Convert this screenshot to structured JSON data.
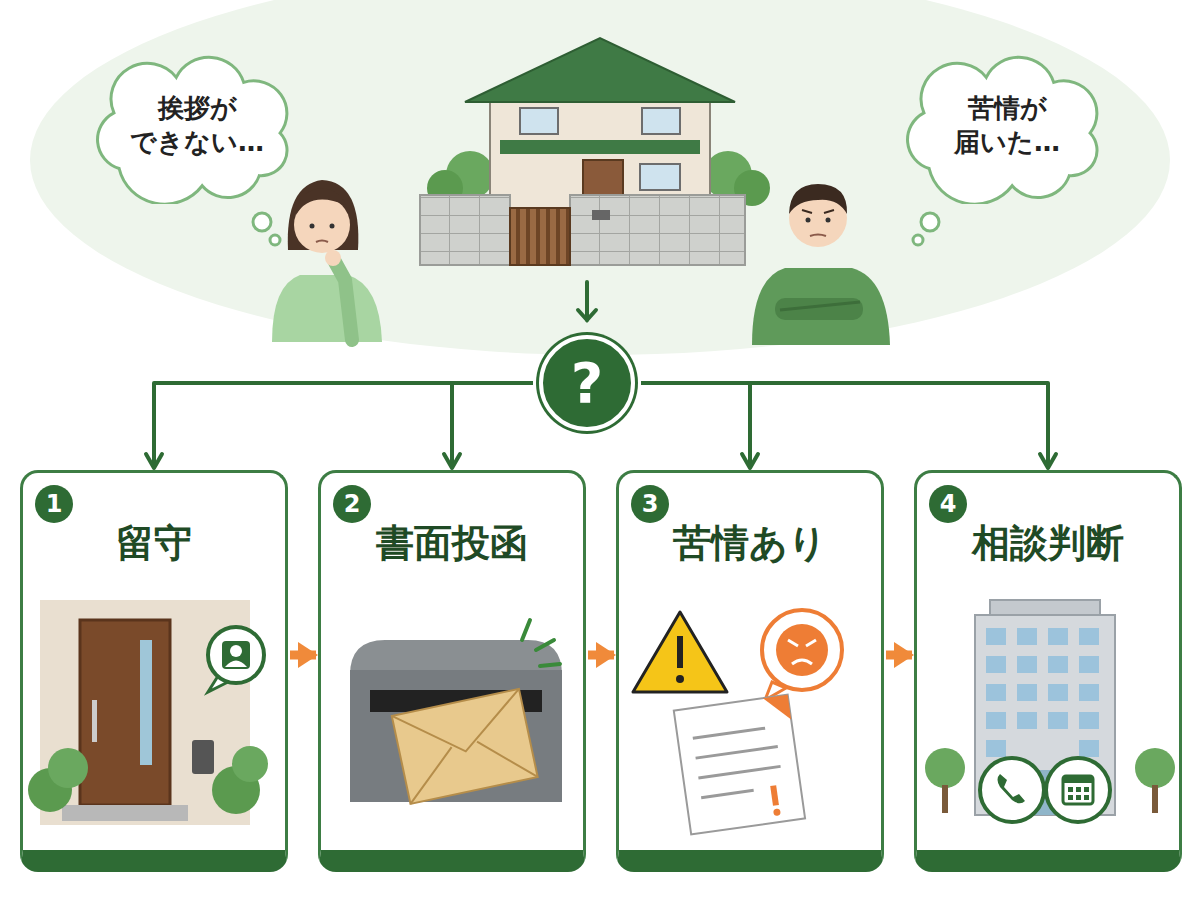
{
  "diagram": {
    "nodes": [
      {
        "text": [
          "挨拶が できない…"
        ]
      },
      {
        "text": [
          "苦情が 届いた…"
        ]
      },
      {
        "text": [
          "?"
        ]
      },
      {
        "text": [
          "1",
          "留守"
        ]
      },
      {
        "text": [
          "2",
          "書面投函"
        ]
      },
      {
        "text": [
          "3",
          "苦情あり"
        ]
      },
      {
        "text": [
          "4",
          "相談判断"
        ]
      }
    ],
    "edges": [
      {
        "from": 2,
        "to": 3,
        "arrow": "to"
      },
      {
        "from": 2,
        "to": 4,
        "arrow": "to"
      },
      {
        "from": 2,
        "to": 5,
        "arrow": "to"
      },
      {
        "from": 2,
        "to": 6,
        "arrow": "to"
      },
      {
        "from": 3,
        "to": 4,
        "arrow": "to"
      },
      {
        "from": 4,
        "to": 5,
        "arrow": "to"
      },
      {
        "from": 5,
        "to": 6,
        "arrow": "to"
      }
    ]
  }
}
